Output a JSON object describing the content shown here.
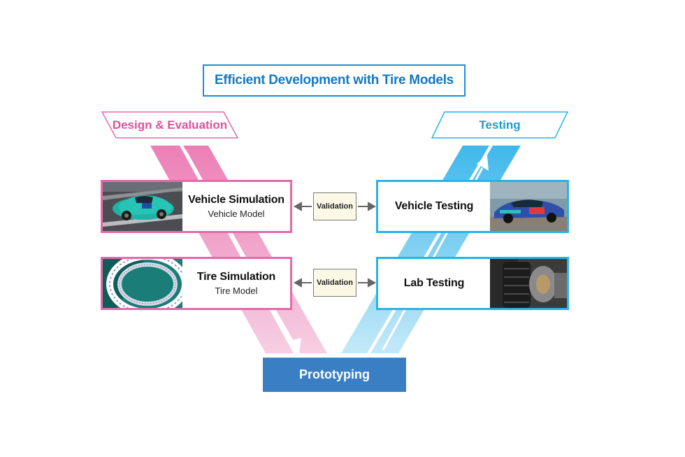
{
  "diagram": {
    "title": "Efficient Development with Tire Models",
    "left_label": "Design & Evaluation",
    "right_label": "Testing",
    "left_cards": [
      {
        "title": "Vehicle Simulation",
        "subtitle": "Vehicle Model",
        "image": "race-car-simulation-render"
      },
      {
        "title": "Tire Simulation",
        "subtitle": "Tire Model",
        "image": "tire-mesh-model"
      }
    ],
    "right_cards": [
      {
        "title": "Vehicle Testing",
        "image": "race-car-photo"
      },
      {
        "title": "Lab Testing",
        "image": "tire-on-test-rig-photo"
      }
    ],
    "validation_label": "Validation",
    "bottom_box": "Prototyping"
  },
  "colors": {
    "pink": "#e46aa8",
    "blue": "#25b4e8",
    "title_blue": "#1478c2",
    "prototype_fill": "#3a7fc4",
    "validation_fill": "#fbf9e6"
  }
}
